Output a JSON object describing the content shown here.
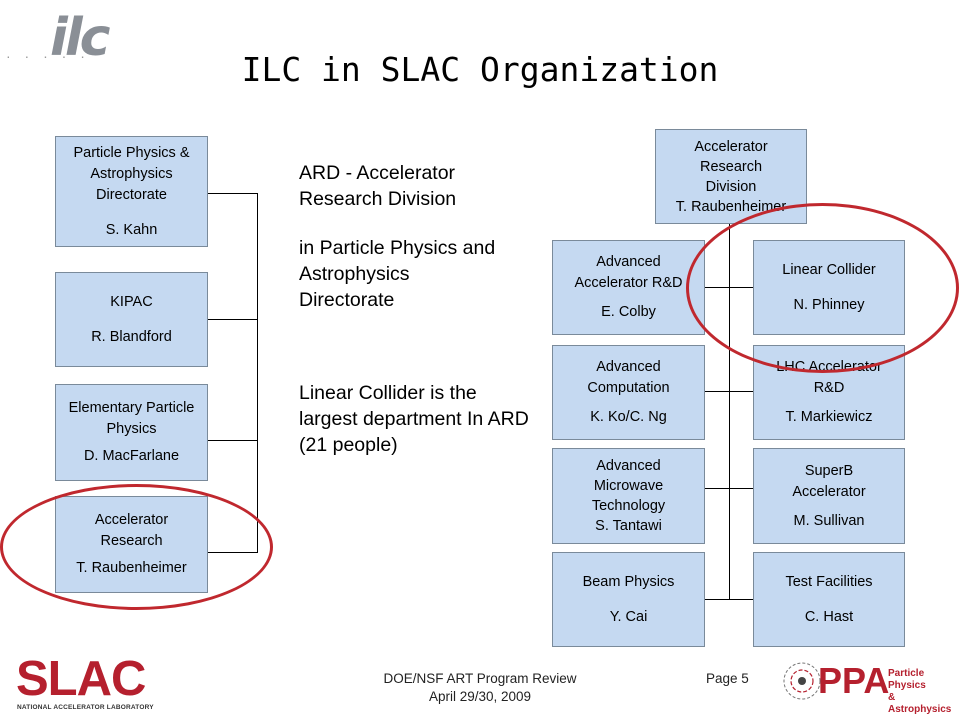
{
  "header": {
    "logo_text": "ilc",
    "title": "ILC in SLAC Organization"
  },
  "left_org": [
    {
      "name": "Particle Physics & Astrophysics Directorate",
      "person": "S. Kahn"
    },
    {
      "name": "KIPAC",
      "person": "R. Blandford"
    },
    {
      "name": "Elementary Particle Physics",
      "person": "D. MacFarlane"
    },
    {
      "name": "Accelerator Research",
      "person": "T. Raubenheimer"
    }
  ],
  "notes": {
    "line1": "ARD - Accelerator Research Division",
    "line2": "in Particle Physics and Astrophysics Directorate",
    "line3": "Linear Collider is the largest department In ARD (21 people)"
  },
  "ard": {
    "head": {
      "name": "Accelerator Research Division",
      "person": "T. Raubenheimer"
    },
    "left": [
      {
        "name": "Advanced Accelerator R&D",
        "person": "E. Colby"
      },
      {
        "name": "Advanced Computation",
        "person": "K. Ko/C. Ng"
      },
      {
        "name": "Advanced Microwave Technology",
        "person": "S. Tantawi"
      },
      {
        "name": "Beam Physics",
        "person": "Y. Cai"
      }
    ],
    "right": [
      {
        "name": "Linear Collider",
        "person": "N. Phinney"
      },
      {
        "name": "LHC Accelerator R&D",
        "person": "T. Markiewicz"
      },
      {
        "name": "SuperB Accelerator",
        "person": "M. Sullivan"
      },
      {
        "name": "Test Facilities",
        "person": "C. Hast"
      }
    ]
  },
  "footer": {
    "slac_text": "SLAC",
    "slac_sub": "NATIONAL ACCELERATOR LABORATORY",
    "review": "DOE/NSF ART Program Review",
    "date": "April 29/30, 2009",
    "page": "Page 5",
    "ppa_text": "PPA",
    "ppa_sub1": "Particle Physics",
    "ppa_sub2": "& Astrophysics"
  },
  "colors": {
    "box_fill": "#c5d9f1",
    "highlight_ring": "#c0282e",
    "slac_red": "#b5202e"
  }
}
